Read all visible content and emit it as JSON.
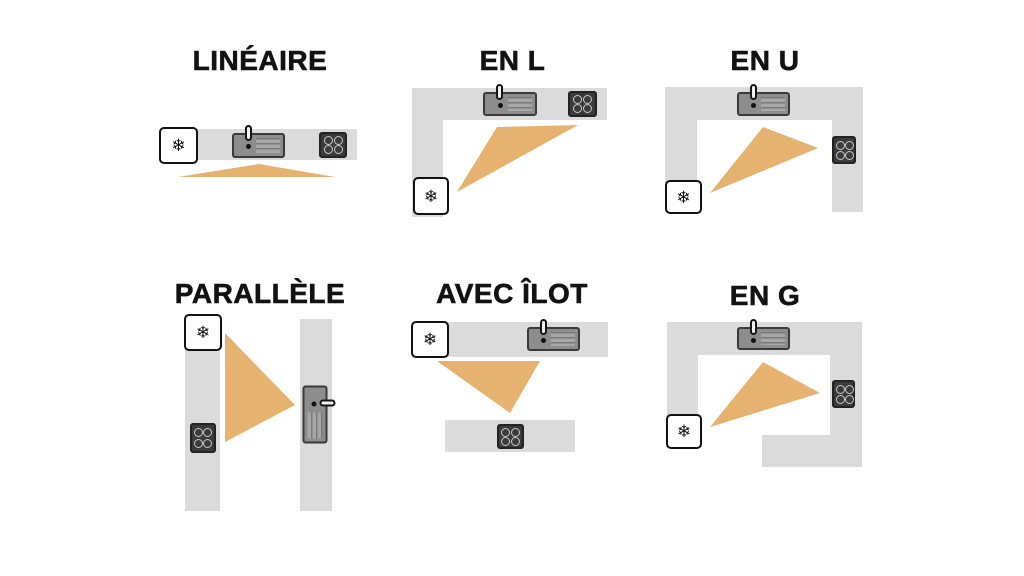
{
  "page": {
    "description": "Infographic of six kitchen layout types with work triangles"
  },
  "colors": {
    "page_background": "#ffffff",
    "counter": "#dbdbdb",
    "work_triangle": "#e6b270",
    "title_text": "#121212",
    "appliance_dark": "#3b3b3b",
    "appliance_ring": "#c9c9c9",
    "sink_body": "#8d8d8d",
    "sink_border": "#3a3a3a",
    "fridge_bg": "#ffffff",
    "fridge_border": "#111111"
  },
  "glyphs": {
    "snowflake": "❄"
  },
  "layouts": [
    {
      "id": "lineaire",
      "title": "LINÉAIRE",
      "appliances": [
        "fridge",
        "sink",
        "cooktop"
      ]
    },
    {
      "id": "en-l",
      "title": "EN L",
      "appliances": [
        "fridge",
        "sink",
        "cooktop"
      ]
    },
    {
      "id": "en-u",
      "title": "EN U",
      "appliances": [
        "fridge",
        "sink",
        "cooktop"
      ]
    },
    {
      "id": "parallele",
      "title": "PARALLÈLE",
      "appliances": [
        "fridge",
        "cooktop",
        "sink"
      ]
    },
    {
      "id": "avec-ilot",
      "title": "AVEC ÎLOT",
      "appliances": [
        "fridge",
        "sink",
        "cooktop"
      ]
    },
    {
      "id": "en-g",
      "title": "EN G",
      "appliances": [
        "fridge",
        "sink",
        "cooktop"
      ]
    }
  ]
}
